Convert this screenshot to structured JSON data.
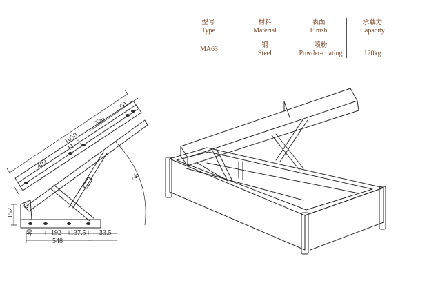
{
  "spec_table": {
    "headers": [
      {
        "cn": "型号",
        "en": "Type"
      },
      {
        "cn": "材料",
        "en": "Material"
      },
      {
        "cn": "表面",
        "en": "Finish"
      },
      {
        "cn": "承载力",
        "en": "Capacity"
      }
    ],
    "row": [
      {
        "cn": "",
        "en": "MA63"
      },
      {
        "cn": "钢",
        "en": "Steel"
      },
      {
        "cn": "喷粉",
        "en": "Powder-coating"
      },
      {
        "cn": "",
        "en": "120kg"
      }
    ]
  },
  "dimensions": {
    "d1050": "1050",
    "d326": "326",
    "d60": "60",
    "d402": "402",
    "d11": "11",
    "d2": "2",
    "d36": "36",
    "d152": "152",
    "d40": "40",
    "d192": "192",
    "d137_5": "137.5",
    "d33_5": "33.5",
    "d548": "548"
  }
}
